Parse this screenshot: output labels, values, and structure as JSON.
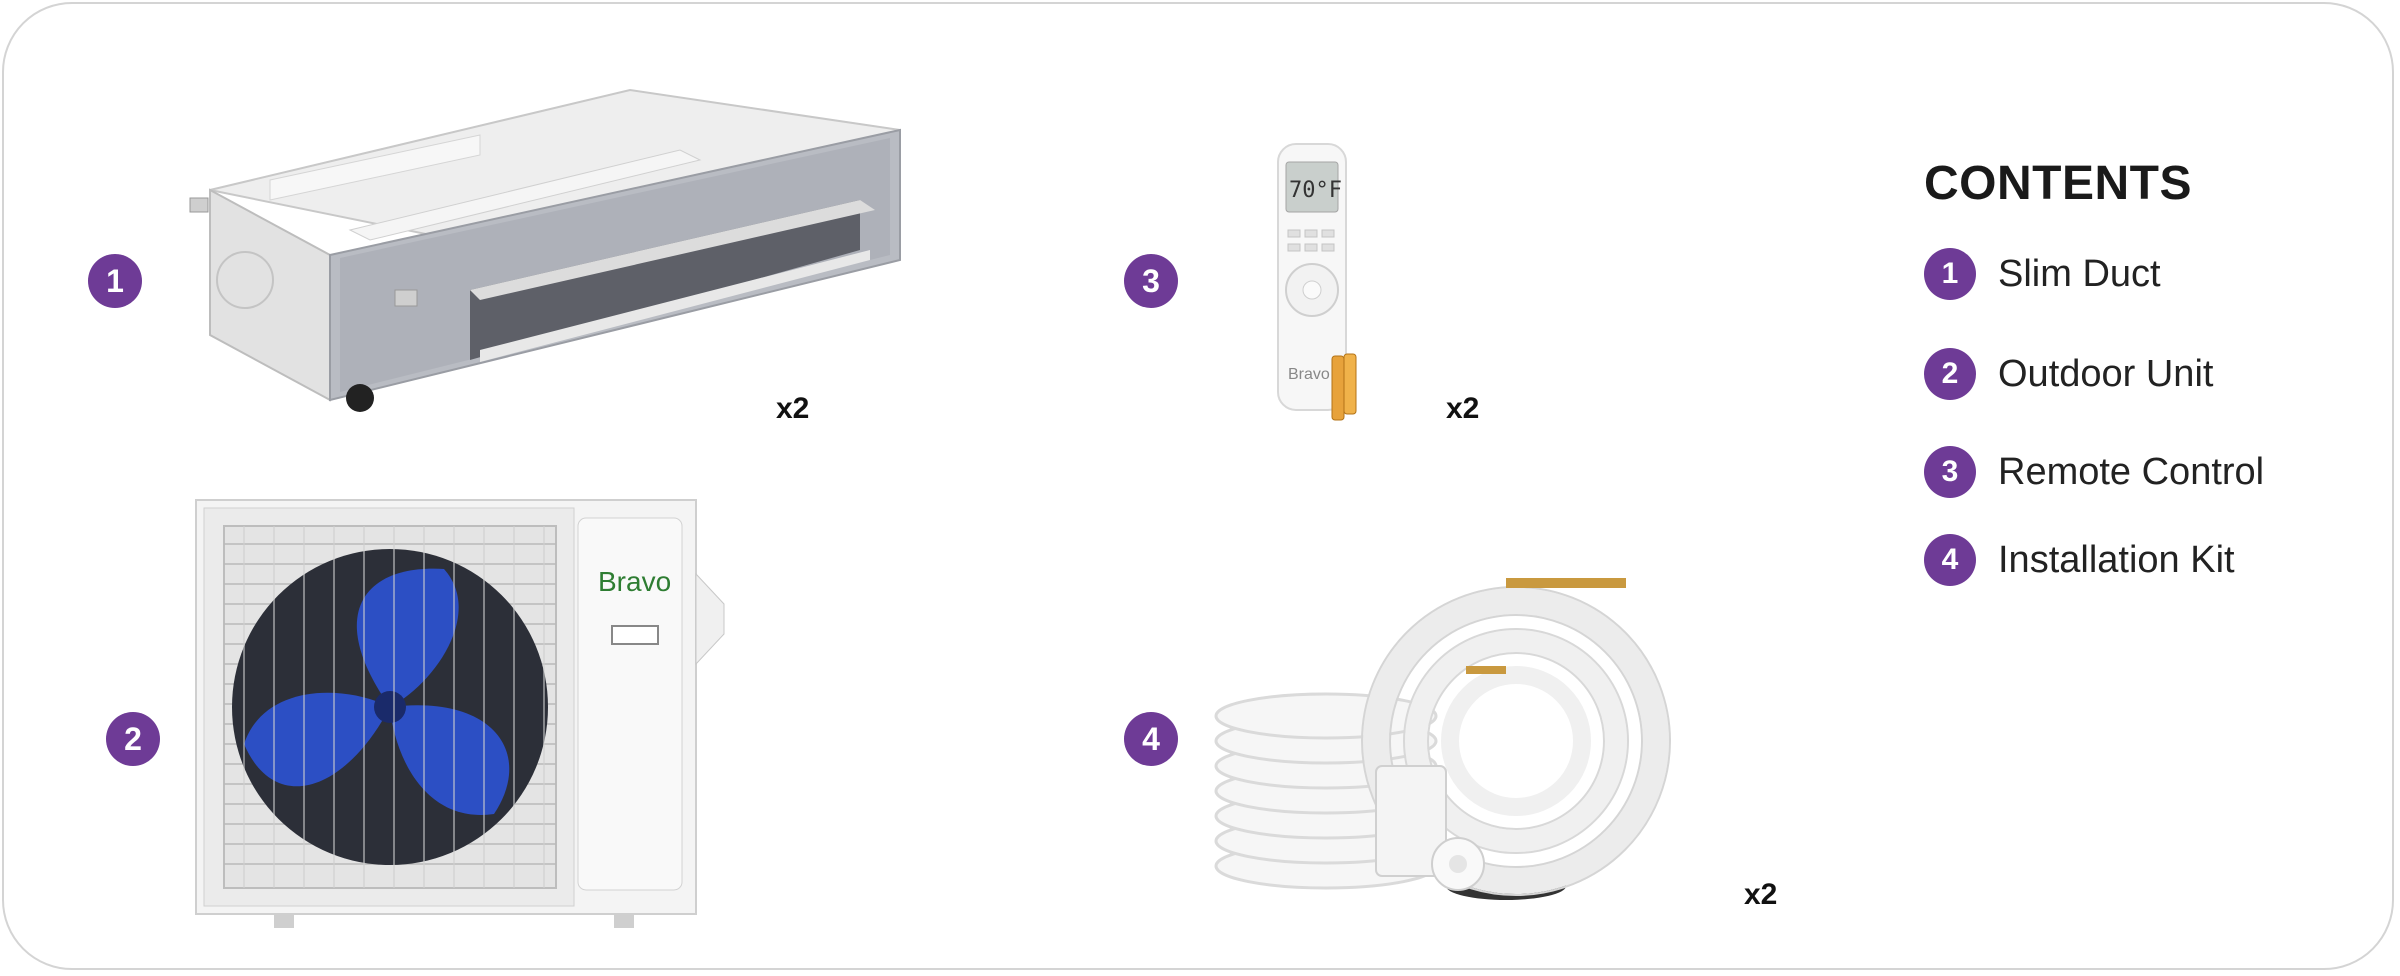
{
  "products": [
    {
      "number": "1",
      "name": "Slim Duct",
      "quantity": "x2"
    },
    {
      "number": "2",
      "name": "Outdoor Unit",
      "quantity": ""
    },
    {
      "number": "3",
      "name": "Remote Control",
      "quantity": "x2"
    },
    {
      "number": "4",
      "name": "Installation Kit",
      "quantity": "x2"
    }
  ],
  "contents": {
    "title": "CONTENTS"
  },
  "outdoor_unit": {
    "brand": "Bravo"
  },
  "remote": {
    "display": "70°F",
    "brand": "Bravo"
  },
  "colors": {
    "badge": "#6e3b96",
    "fan_blade": "#2c4fc4",
    "brand_green": "#2e7d32",
    "brand_check": "#c62828"
  }
}
